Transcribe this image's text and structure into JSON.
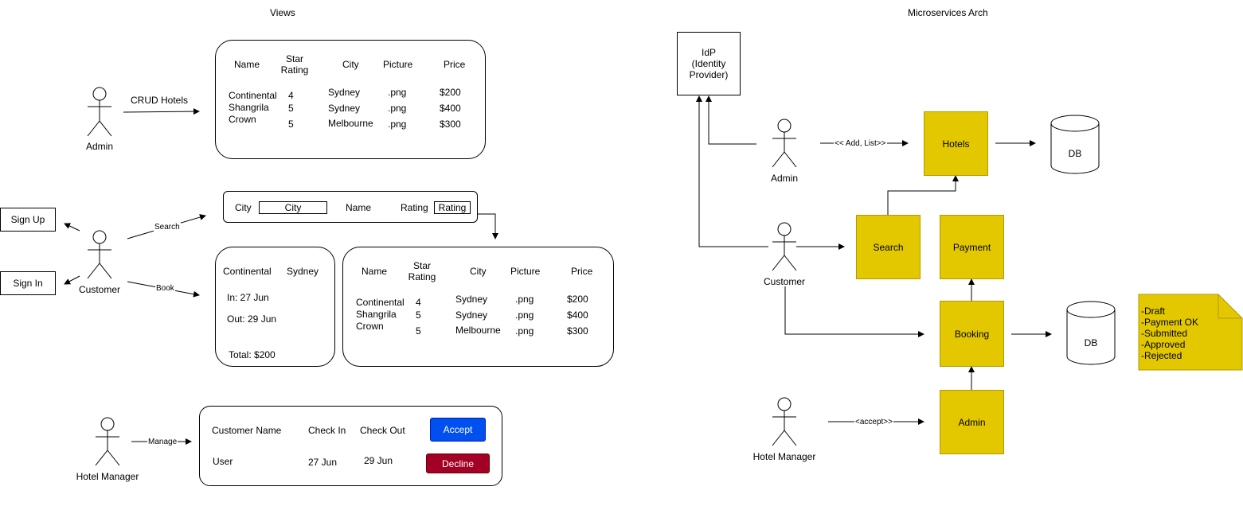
{
  "titles": {
    "views": "Views",
    "arch": "Microservices Arch"
  },
  "actors": {
    "admin": "Admin",
    "customer": "Customer",
    "hotel_manager": "Hotel Manager"
  },
  "views": {
    "crud_label": "CRUD Hotels",
    "hotels_table": {
      "headers": [
        "Name",
        "Star\nRating",
        "City",
        "Picture",
        "Price"
      ],
      "rows": [
        [
          "Continental",
          "4",
          "Sydney",
          ".png",
          "$200"
        ],
        [
          "Shangrila",
          "5",
          "Sydney",
          ".png",
          "$400"
        ],
        [
          "Crown",
          "5",
          "Melbourne",
          ".png",
          "$300"
        ]
      ]
    },
    "sign_up": "Sign Up",
    "sign_in": "Sign In",
    "search_label": "Search",
    "book_label": "Book",
    "search_form": {
      "city_label": "City",
      "city_input": "City",
      "name_label": "Name",
      "rating_label": "Rating",
      "rating_input": "Rating"
    },
    "booking": {
      "hotel": "Continental",
      "city": "Sydney",
      "in": "In: 27 Jun",
      "out": "Out: 29 Jun",
      "total": "Total: $200"
    },
    "manage_label": "Manage",
    "manager_table": {
      "headers": [
        "Customer Name",
        "Check In",
        "Check Out"
      ],
      "row": [
        "User",
        "27 Jun",
        "29 Jun"
      ],
      "accept": "Accept",
      "decline": "Decline"
    }
  },
  "arch": {
    "idp": "IdP\n(Identity\nProvider)",
    "add_list_label": "<< Add, List>>",
    "accept_label": "<accept>>",
    "services": {
      "hotels": "Hotels",
      "search": "Search",
      "payment": "Payment",
      "booking": "Booking",
      "admin": "Admin"
    },
    "db1": "DB",
    "db2": "DB",
    "note": [
      "-Draft",
      "-Payment OK",
      "-Submitted",
      "-Approved",
      "-Rejected"
    ]
  },
  "colors": {
    "service_fill": "#e3c800",
    "accept": "#0050ef",
    "decline": "#a20025"
  }
}
